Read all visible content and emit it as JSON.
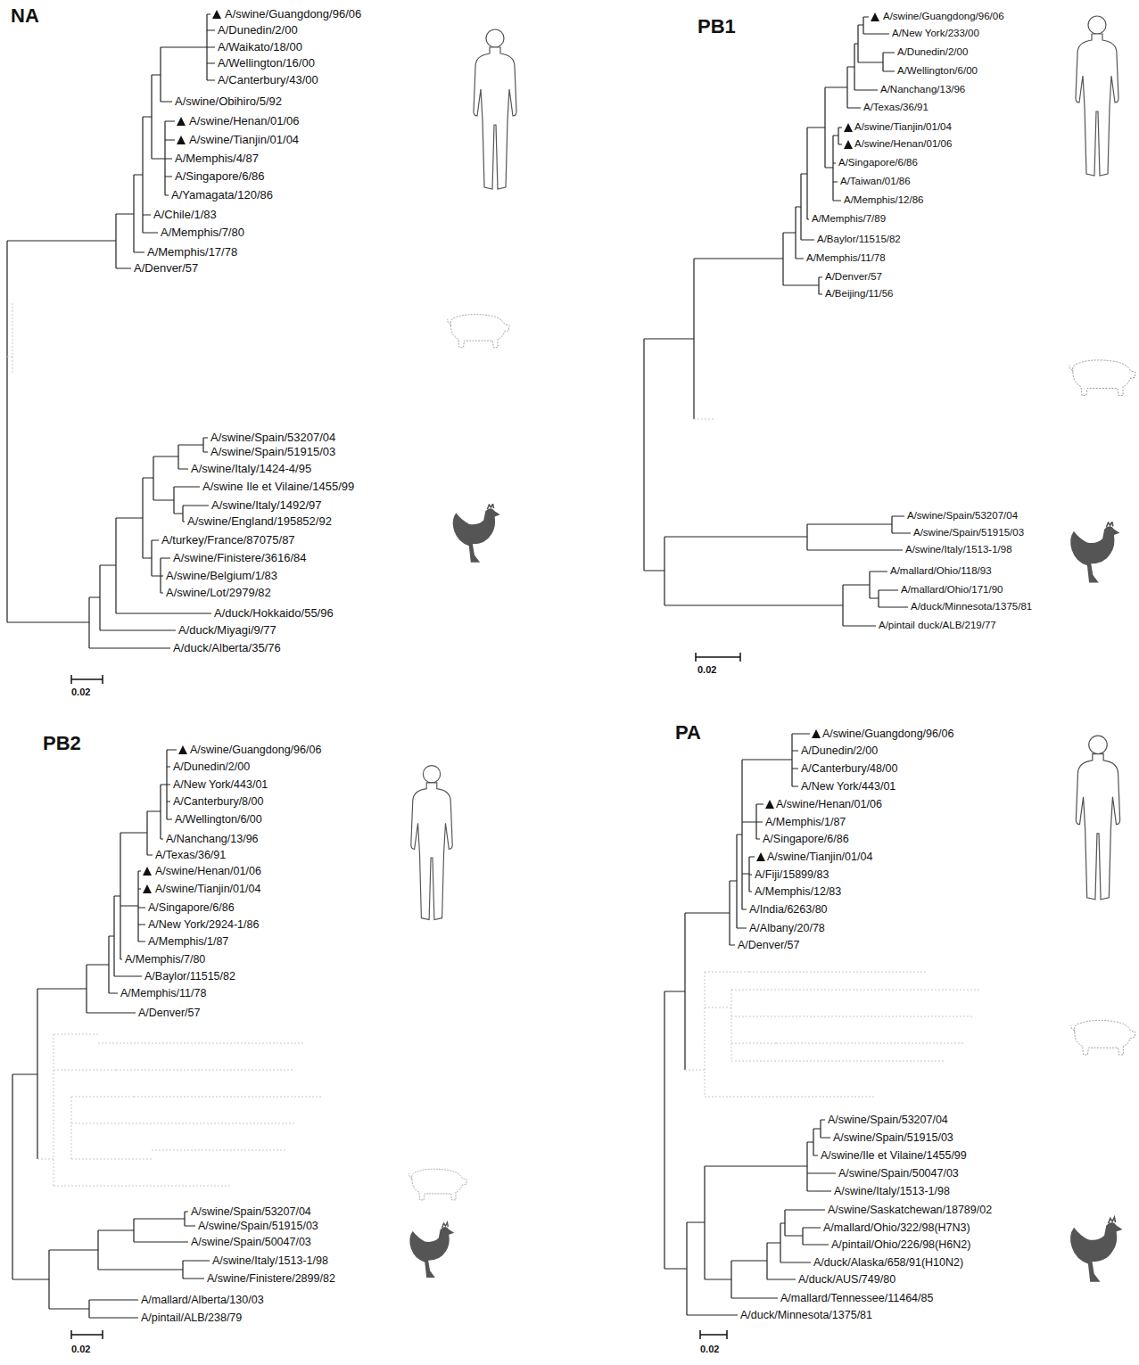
{
  "diagram": {
    "labels": [
      "NA",
      "A/swine/Guangdong/96/06",
      "A/Dunedin/2/00",
      "A/Waikato/18/00",
      "A/Wellington/16/00",
      "A/Canterbury/43/00",
      "A/swine/Obihiro/5/92",
      "A/swine/Henan/01/06",
      "A/swine/Tianjin/01/04",
      "A/Memphis/4/87",
      "A/Singapore/6/86",
      "A/Yamagata/120/86",
      "A/Chile/1/83",
      "A/Memphis/7/80",
      "A/Memphis/17/78",
      "A/Denver/57",
      "A/swine/Spain/53207/04",
      "A/swine/Spain/51915/03",
      "A/swine/Italy/1424-4/95",
      "A/swine Ile et Vilaine/1455/99",
      "A/swine/Italy/1492/97",
      "A/swine/England/195852/92",
      "A/turkey/France/87075/87",
      "A/swine/Finistere/3616/84",
      "A/swine/Belgium/1/83",
      "A/swine/Lot/2979/82",
      "A/duck/Hokkaido/55/96",
      "A/duck/Miyagi/9/77",
      "A/duck/Alberta/35/76",
      "0.02",
      "PB1",
      "A/swine/Guangdong/96/06",
      "A/New York/233/00",
      "A/Dunedin/2/00",
      "A/Wellington/6/00",
      "A/Nanchang/13/96",
      "A/Texas/36/91",
      "A/swine/Tianjin/01/04",
      "A/swine/Henan/01/06",
      "A/Singapore/6/86",
      "A/Taiwan/01/86",
      "A/Memphis/12/86",
      "A/Memphis/7/89",
      "A/Baylor/11515/82",
      "A/Memphis/11/78",
      "A/Denver/57",
      "A/Beijing/11/56",
      "A/swine/Spain/53207/04",
      "A/swine/Spain/51915/03",
      "A/swine/Italy/1513-1/98",
      "A/mallard/Ohio/118/93",
      "A/mallard/Ohio/171/90",
      "A/duck/Minnesota/1375/81",
      "A/pintail duck/ALB/219/77",
      "0.02",
      "PB2",
      "A/swine/Guangdong/96/06",
      "A/Dunedin/2/00",
      "A/New York/443/01",
      "A/Canterbury/8/00",
      "A/Wellington/6/00",
      "A/Nanchang/13/96",
      "A/Texas/36/91",
      "A/swine/Henan/01/06",
      "A/swine/Tianjin/01/04",
      "A/Singapore/6/86",
      "A/New York/2924-1/86",
      "A/Memphis/1/87",
      "A/Memphis/7/80",
      "A/Baylor/11515/82",
      "A/Memphis/11/78",
      "A/Denver/57",
      "A/swine/Spain/53207/04",
      "A/swine/Spain/51915/03",
      "A/swine/Spain/50047/03",
      "A/swine/Italy/1513-1/98",
      "A/swine/Finistere/2899/82",
      "A/mallard/Alberta/130/03",
      "A/pintail/ALB/238/79",
      "0.02",
      "PA",
      "A/swine/Guangdong/96/06",
      "A/Dunedin/2/00",
      "A/Canterbury/48/00",
      "A/New York/443/01",
      "A/swine/Henan/01/06",
      "A/Memphis/1/87",
      "A/Singapore/6/86",
      "A/swine/Tianjin/01/04",
      "A/Fiji/15899/83",
      "A/Memphis/12/83",
      "A/India/6263/80",
      "A/Albany/20/78",
      "A/Denver/57",
      "A/swine/Spain/53207/04",
      "A/swine/Spain/51915/03",
      "A/swine/Ile et Vilaine/1455/99",
      "A/swine/Spain/50047/03",
      "A/swine/Italy/1513-1/98",
      "A/swine/Saskatchewan/18789/02",
      "A/mallard/Ohio/322/98(H7N3)",
      "A/pintail/Ohio/226/98(H6N2)",
      "A/duck/Alaska/658/91(H10N2)",
      "A/duck/AUS/749/80",
      "A/mallard/Tennessee/11464/85",
      "A/duck/Minnesota/1375/81",
      "0.02"
    ]
  }
}
